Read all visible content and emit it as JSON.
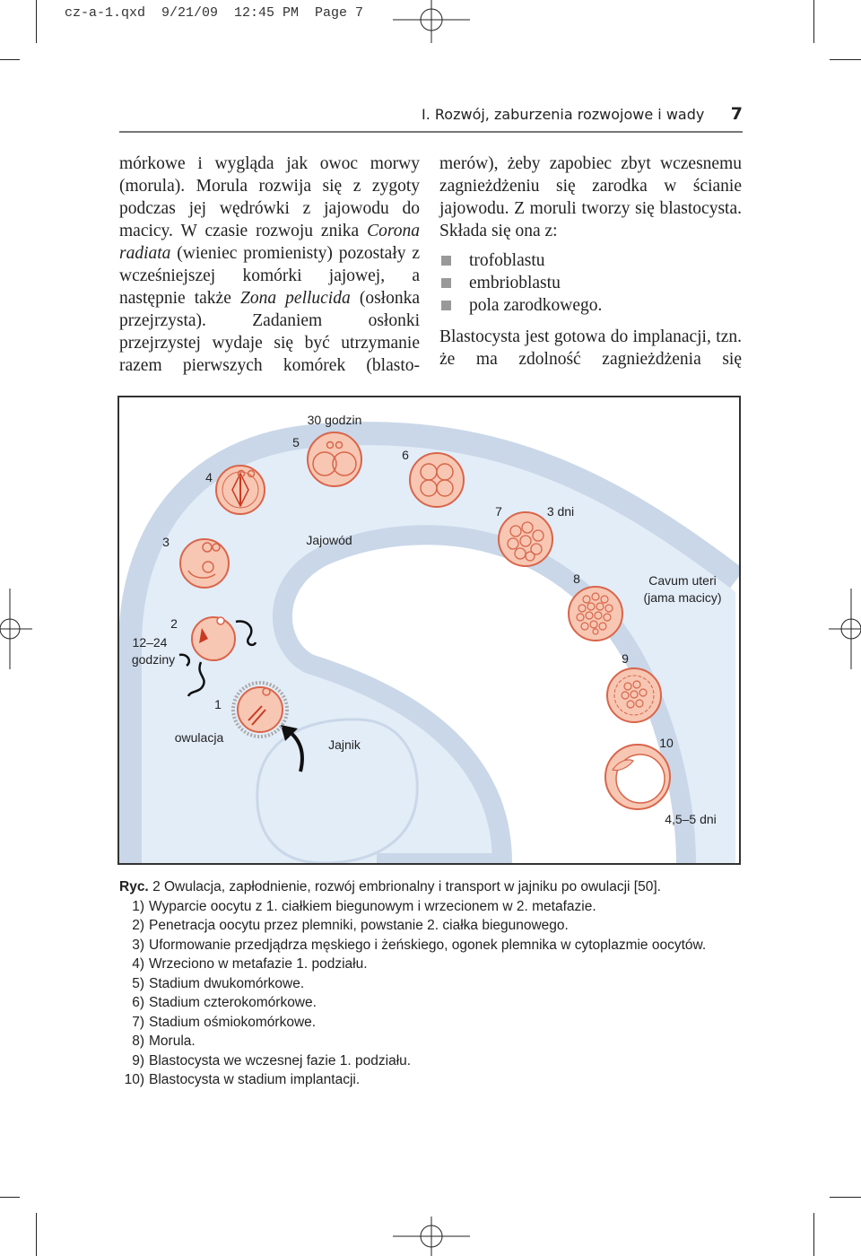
{
  "slug": "cz-a-1.qxd  9/21/09  12:45 PM  Page 7",
  "running_head": {
    "title": "I. Rozwój, zaburzenia rozwojowe i wady",
    "page": "7"
  },
  "left_column": {
    "paragraph": [
      "mórkowe i wygląda jak owoc morwy (morula). Morula rozwija się z zygoty podczas jej wędrówki z jajowodu do macicy. W czasie rozwoju znika ",
      "Corona radiata",
      " (wieniec promienisty) pozostały z wcześniejszej komórki jajowej, a następnie także ",
      "Zona pellucida",
      " (osłonka przejrzysta). Zadaniem osłonki przejrzystej wydaje się być utrzymanie razem pierwszych komórek (blasto-"
    ]
  },
  "right_column": {
    "paragraph1": "merów), żeby zapobiec zbyt wczesnemu zagnieżdżeniu się zarodka w ścianie jajowodu. Z moruli tworzy się blastocysta. Składa się ona z:",
    "bullets": [
      "trofoblastu",
      "embrioblastu",
      "pola zarodkowego."
    ],
    "paragraph2": "Blastocysta jest gotowa do implanacji, tzn. że ma zdolność zagnieżdżenia się"
  },
  "figure": {
    "labels": {
      "n1": "1",
      "n2": "2",
      "n3": "3",
      "n4": "4",
      "n5": "5",
      "n6": "6",
      "n7": "7",
      "n8": "8",
      "n9": "9",
      "n10": "10",
      "t30": "30 godzin",
      "t3d": "3 dni",
      "jajowod": "Jajowód",
      "cavum1": "Cavum uteri",
      "cavum2": "(jama macicy)",
      "t1224a": "12–24",
      "t1224b": "godziny",
      "owulacja": "owulacja",
      "jajnik": "Jajnik",
      "t45": "4,5–5 dni"
    },
    "colors": {
      "tube": "#c9d7e8",
      "lumen": "#e3edf8",
      "cell_fill": "#f7c7b3",
      "cell_stroke": "#d9654a",
      "red": "#c83a22"
    }
  },
  "caption": {
    "prefix": "Ryc.",
    "num": "2",
    "text": " Owulacja, zapłodnienie, rozwój embrionalny i transport w jajniku po owulacji [50].",
    "items": [
      {
        "num": "1)",
        "text": "Wyparcie oocytu z 1. ciałkiem biegunowym i wrzecionem w 2. metafazie."
      },
      {
        "num": "2)",
        "text": "Penetracja oocytu przez plemniki, powstanie 2. ciałka biegunowego."
      },
      {
        "num": "3)",
        "text": "Uformowanie przedjądrza męskiego i żeńskiego, ogonek plemnika w cytoplazmie oocytów."
      },
      {
        "num": "4)",
        "text": "Wrzeciono w metafazie 1. podziału."
      },
      {
        "num": "5)",
        "text": "Stadium dwukomórkowe."
      },
      {
        "num": "6)",
        "text": "Stadium czterokomórkowe."
      },
      {
        "num": "7)",
        "text": "Stadium ośmiokomórkowe."
      },
      {
        "num": "8)",
        "text": "Morula."
      },
      {
        "num": "9)",
        "text": "Blastocysta we wczesnej fazie 1. podziału."
      },
      {
        "num": "10)",
        "text": "Blastocysta w stadium implantacji."
      }
    ]
  }
}
